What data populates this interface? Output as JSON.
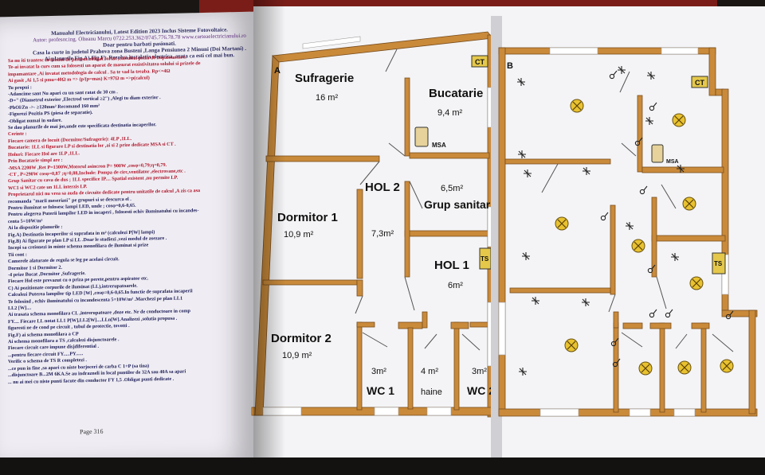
{
  "left_page": {
    "header_lines": [
      "Manualul Electricianului, Latest Edition 2023 Inclus Sisteme Fotovoltaice.",
      "Autor: profesor.ing. Olteanu Marcu 0722.253.362/0745.776.78.78 www.carteaelectricianului.ro",
      "Doar pentru barbati pasionati.",
      "Casa la curte in judetul Prahova zona Busteni ,Langa Pensiunea 2 Minuni (Doi Martani) .",
      "Ai planurile Fig.A)-Fig.F). Rezolva instalatia electrica ,arata ca esti cel mai bun."
    ],
    "body_lines": [
      "Sa nu iti trantesc in fundul de pament obligat fortat ,calculezi priza de impamantare.",
      "Te-ai invatat la curs cum sa folosesti un aparat de masurat rezistivitatea solului si prizele de",
      "impamantare ,Ai invatat metodologia de calcul . Sa te vad la treaba. Rp<=4Ω",
      "Ai gasit ,Ai 1,5 si pmu=40Ω m => (p/(p=mas) K=97Ω m =>p(calcul)",
      "Tu propui :",
      "-Adancime sant  Nu apari cu un sant ratat de 30 cm .",
      "-D=\" (Diametrul exterior ,Electrod vertical ≥2\") ,Alegi tu diam exterior .",
      "-PbOl/Zn  ->-  ≥120mm² Recomand 160 mm²",
      "-Figurezi Pozitia PS (piesa de separatie).",
      "-Obligat numai in sudare.",
      "Se dau planurile de mai jos,unde este specificata destinatia incaperilor.",
      "Cerinte :",
      "Fiecare camera de locuit (Dormitor/Sufragerie): 4LP ,1LL.",
      "Bucatarie: 1LL si figurare LP si destinatia lor ,ai si 2 prize dedicate MSA si CT .",
      "Holuri: Fiecare Hol are 1LP ,1LL.",
      "Prin Bucatarie simpl are :",
      "-MSA 2200W ,Ret P=1300W,Motorul asincron P= 900W ,cosφ=0,79;η=0,79.",
      "-CT , P=290W  cosφ=0,87 ;η=0,88,Include: Pompa de circ,ventilator ,electrovane,etc .",
      "Grup Sanitar cu cava de dus ; 1LL specifice IP....  Spatial existent ,nu permite LP.",
      "WC1 si WC2 cate un 1LL  interzis LP.",
      "Proprietarul nici nu vrea sa auda de circuite dedicate pentru unitatile de calcul ,A zis ca asa",
      "recomanda \"marii meseriasi\" pe grupuri si se descurca el .",
      "Pentru iluminat se folosesc lampi LED, unde ; cosφ=0,6-0,65.",
      "Pentru alegerea Puterii lampilor LED in incaperi , folosesti echiv iluminatului cu incandes-",
      "centa 5=10W/m²",
      "Ai la dispozitie  planurile :",
      "Fig.A) Destinatia incaperilor si suprafata in m² (calculezi P[W] lampi)",
      "Fig.B) Ai figurate pe plan LP si LL .Doar le studiezi ,vezi modul de asezare .",
      "Incepi sa creionezi in minte schema monofilara de iluminat si prize",
      "Tii cont :",
      "Camerele alaturate de regula se leg pe acelasi circuit.",
      "Dormitor 1 si Dormitor 2.",
      "-4 prize Bucat ,Dormitor ,Sufragerie.",
      "Fiecare Hol este prevazut cu o priza pe perete,pentru aspirator etc.",
      "C) Ai pozitionate corpurile de iluminat (LL),intrerupatoarele.",
      "Calculezi Puterea lampilor tip LED [W] ,cosφ=0,6-0,65.In functie de suprafata incaperii",
      "Te folosind , echiv iluminatului cu incandescenta 5=10W/m² .Marchezi pe plan LL1",
      "LL2 [W]....",
      "Ai trasata  schema monofilara CL ,intrerupatoare ,doze etc. Nr de conductoare in comp",
      "FY.... Fiecare LL notat LL1 P[W],LL2[W]....LLn[W].Analizezi ,solutia propusa .",
      "figuresti ne de cond pe circuit , tubul de protectie, tovotti .",
      "Fig.F) ai schema monofilara a CP",
      "Ai schema monofilara a TS ,calculezi disjunctoarele .",
      "Fiecare circuit care impune disjdiferential .",
      "...pentru fiecare circuit FY.....PY......",
      "Verific o schema de TS R completezi .",
      "...ce pun in fine ,sa apari cu niste borjoceri de carba C 1+P (sa tina)",
      "...disjunctoare B...2M 6KA.Se au indrazneli in local puntilor de 32A sau 40A sa apari",
      "... nu ai mei cu niste punti facute din conductor FY 1,5 .Obligat punti dedicate ."
    ],
    "page_number": "Page 316"
  },
  "plan_a": {
    "label": "A",
    "ct": "CT",
    "ts": "TS",
    "msa": "MSA",
    "rooms": [
      {
        "name": "Sufragerie",
        "area": "16 m²"
      },
      {
        "name": "Bucatarie",
        "area": "9,4 m²"
      },
      {
        "name": "HOL 2",
        "area": "7,3m²"
      },
      {
        "name": "Grup sanitar",
        "area": "6,5m²"
      },
      {
        "name": "Dormitor 1",
        "area": "10,9 m²"
      },
      {
        "name": "HOL 1",
        "area": "6m²"
      },
      {
        "name": "Dormitor 2",
        "area": "10,9 m²"
      },
      {
        "name": "WC 1",
        "area": "3m²"
      },
      {
        "name": "haine",
        "area": "4 m²"
      },
      {
        "name": "WC 2",
        "area": "3m²"
      }
    ]
  },
  "plan_b": {
    "label": "B",
    "ct": "CT",
    "ts": "TS",
    "msa": "MSA"
  },
  "colors": {
    "wall": "#c98a3a",
    "wall_dark": "#8a5a22",
    "lamp": "#e8c230",
    "ts_box": "#e5c84a",
    "page": "#f4f4f6",
    "red_cover": "#7a1d18"
  }
}
